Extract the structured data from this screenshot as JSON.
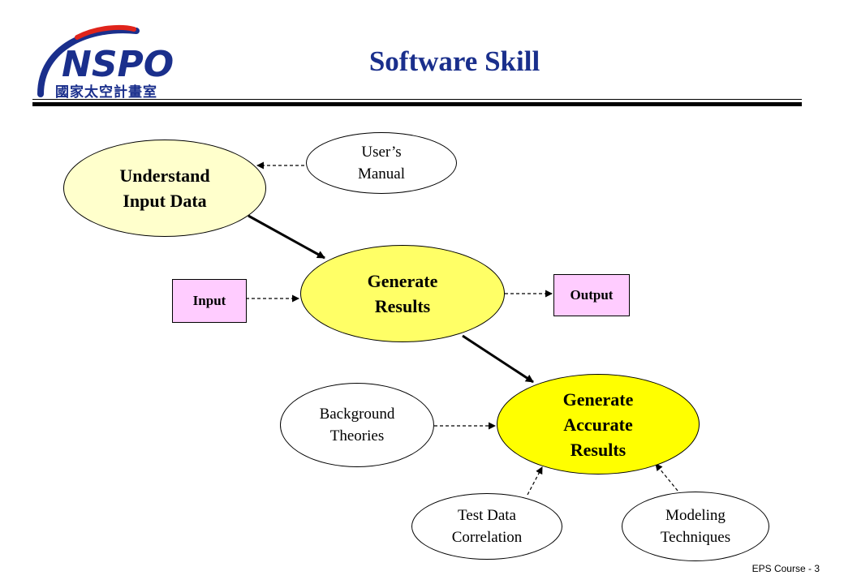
{
  "header": {
    "logo_text": "NSPO",
    "logo_subtitle": "國家太空計畫室",
    "title": "Software Skill"
  },
  "nodes": {
    "understand": {
      "line1": "Understand",
      "line2": "Input Data"
    },
    "users_manual": {
      "line1": "User’s",
      "line2": "Manual"
    },
    "generate": {
      "line1": "Generate",
      "line2": "Results"
    },
    "input": {
      "label": "Input"
    },
    "output": {
      "label": "Output"
    },
    "accurate": {
      "line1": "Generate",
      "line2": "Accurate",
      "line3": "Results"
    },
    "background": {
      "line1": "Background",
      "line2": "Theories"
    },
    "test_data": {
      "line1": "Test Data",
      "line2": "Correlation"
    },
    "modeling": {
      "line1": "Modeling",
      "line2": "Techniques"
    }
  },
  "colors": {
    "light_yellow": "#ffffcc",
    "mid_yellow": "#ffff66",
    "bright_yellow": "#ffff00",
    "pink": "#ffccff",
    "navy": "#1a2f8c",
    "logo_red": "#e0241b"
  },
  "footer": {
    "text": "EPS Course - 3"
  }
}
